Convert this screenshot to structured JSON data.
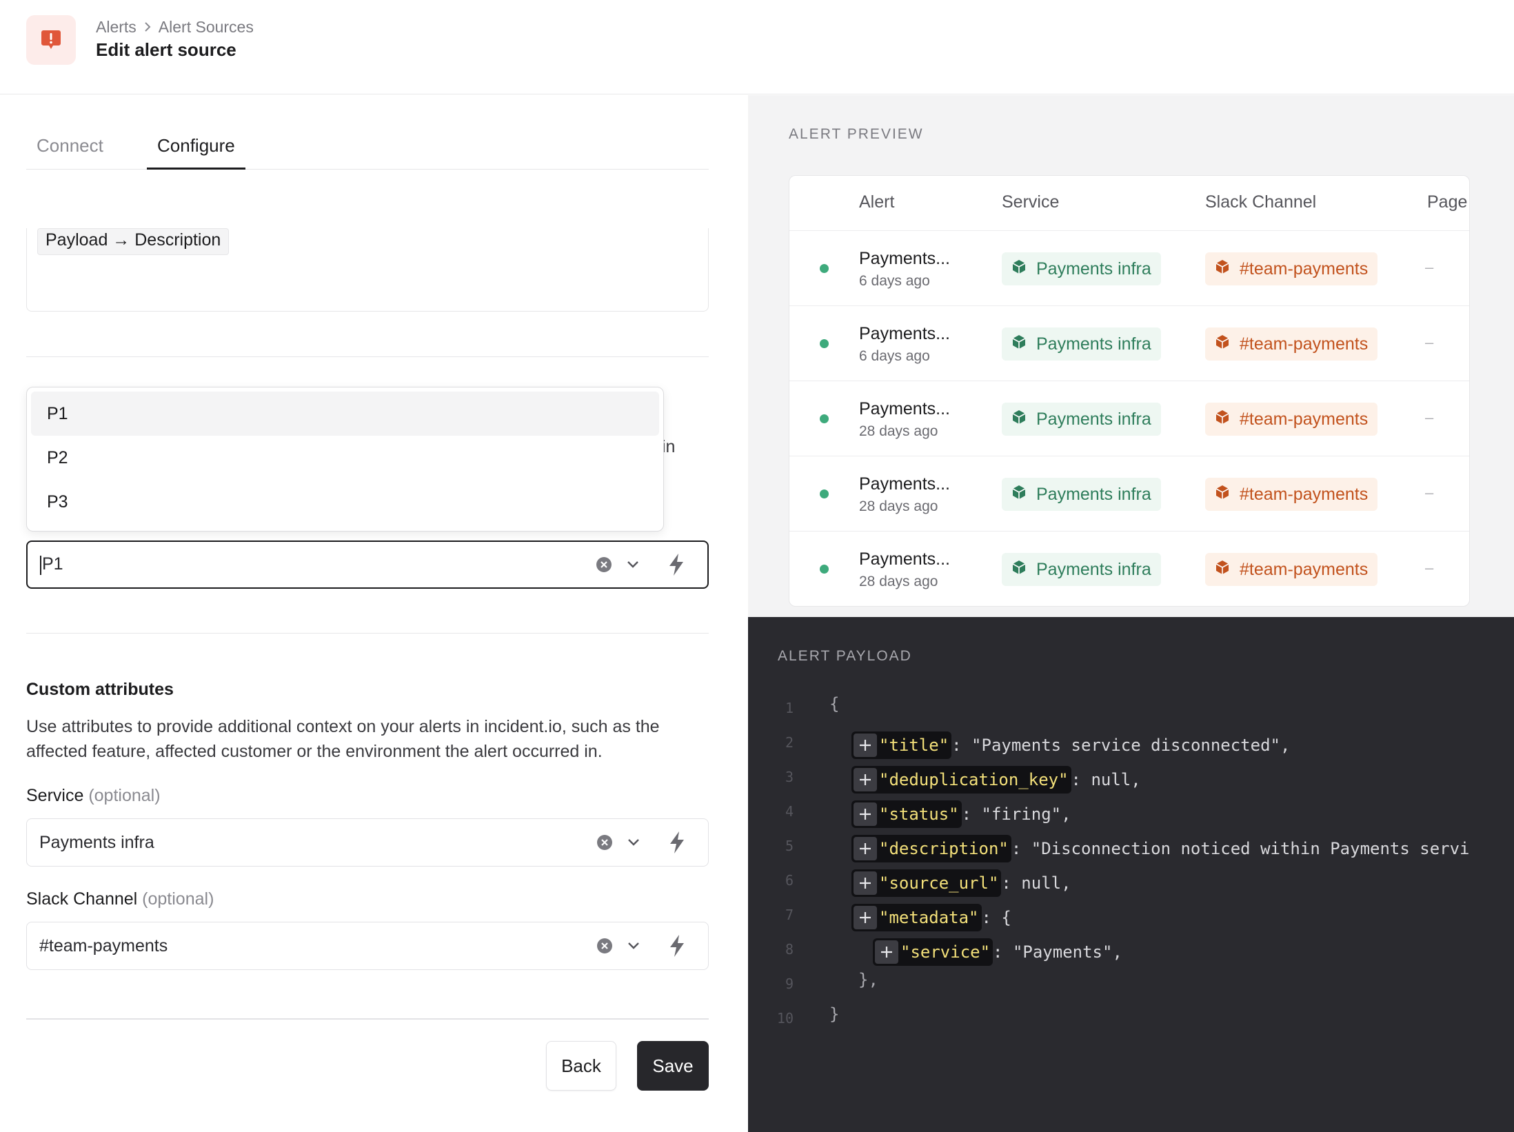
{
  "header": {
    "breadcrumb": [
      "Alerts",
      "Alert Sources"
    ],
    "title": "Edit alert source",
    "icon": "alert-bubble-icon"
  },
  "tabs": [
    {
      "label": "Connect",
      "active": false
    },
    {
      "label": "Configure",
      "active": true
    }
  ],
  "description_field": {
    "chip_label": "Payload → Description"
  },
  "priority": {
    "options": [
      "P1",
      "P2",
      "P3"
    ],
    "highlighted": "P1",
    "value": "P1",
    "stray_text": "in"
  },
  "custom_attributes": {
    "title": "Custom attributes",
    "description": "Use attributes to provide additional context on your alerts in incident.io, such as the affected feature, affected customer or the environment the alert occurred in.",
    "service": {
      "label": "Service",
      "optional": "(optional)",
      "value": "Payments infra"
    },
    "slack_channel": {
      "label": "Slack Channel",
      "optional": "(optional)",
      "value": "#team-payments"
    }
  },
  "actions": {
    "back": "Back",
    "save": "Save"
  },
  "preview": {
    "label": "ALERT PREVIEW",
    "columns": [
      "Alert",
      "Service",
      "Slack Channel",
      "Page"
    ],
    "rows": [
      {
        "alert": "Payments...",
        "time": "6 days ago",
        "service": "Payments infra",
        "slack": "#team-payments",
        "page": "–"
      },
      {
        "alert": "Payments...",
        "time": "6 days ago",
        "service": "Payments infra",
        "slack": "#team-payments",
        "page": "–"
      },
      {
        "alert": "Payments...",
        "time": "28 days ago",
        "service": "Payments infra",
        "slack": "#team-payments",
        "page": "–"
      },
      {
        "alert": "Payments...",
        "time": "28 days ago",
        "service": "Payments infra",
        "slack": "#team-payments",
        "page": "–"
      },
      {
        "alert": "Payments...",
        "time": "28 days ago",
        "service": "Payments infra",
        "slack": "#team-payments",
        "page": "–"
      }
    ]
  },
  "payload": {
    "label": "ALERT PAYLOAD",
    "lines": [
      {
        "n": "1",
        "open": "{"
      },
      {
        "n": "2",
        "key": "\"title\"",
        "rest": ": \"Payments service disconnected\","
      },
      {
        "n": "3",
        "key": "\"deduplication_key\"",
        "rest": ": null,"
      },
      {
        "n": "4",
        "key": "\"status\"",
        "rest": ": \"firing\","
      },
      {
        "n": "5",
        "key": "\"description\"",
        "rest": ": \"Disconnection noticed within Payments servi"
      },
      {
        "n": "6",
        "key": "\"source_url\"",
        "rest": ": null,"
      },
      {
        "n": "7",
        "key": "\"metadata\"",
        "rest": ": {"
      },
      {
        "n": "8",
        "key": "\"service\"",
        "rest": ": \"Payments\","
      },
      {
        "n": "9",
        "open": "},"
      },
      {
        "n": "10",
        "open": "}"
      }
    ]
  },
  "colors": {
    "accent_red": "#e0573a",
    "service_green": "#2e7d5b",
    "slack_orange": "#c2521d",
    "status_green": "#3eaa7c",
    "save_bg": "#27272b",
    "code_bg": "#2a2a2f",
    "code_key": "#f3e07a"
  }
}
